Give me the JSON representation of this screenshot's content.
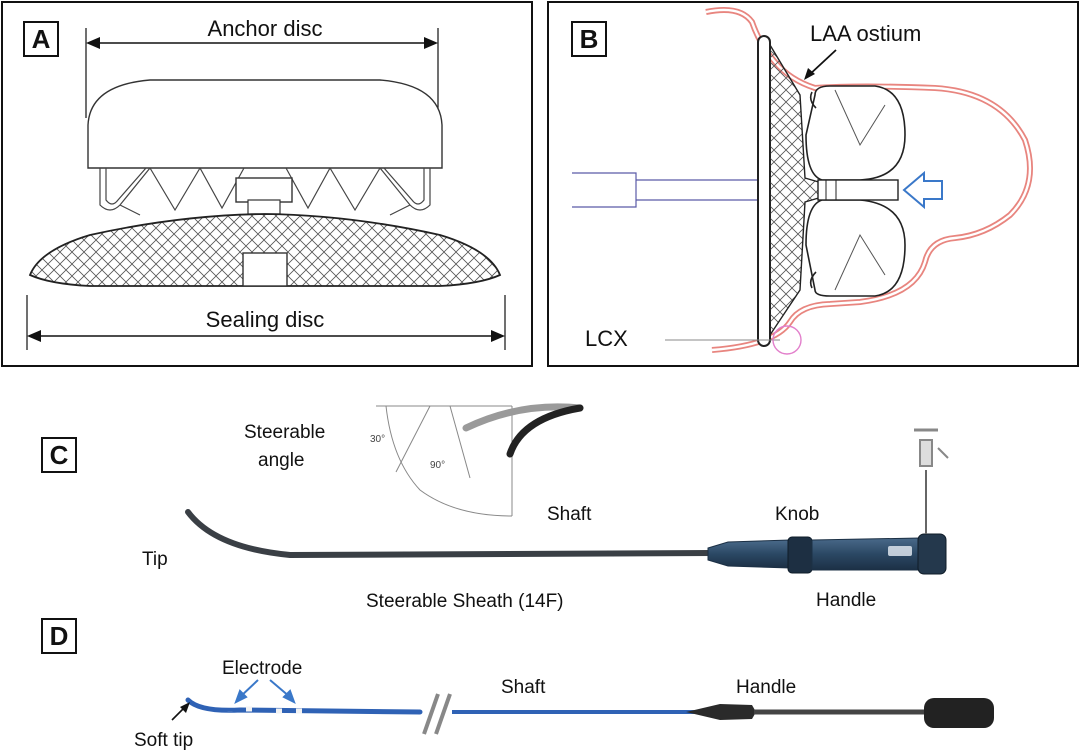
{
  "panels": {
    "a": {
      "letter": "A",
      "labels": {
        "anchor_disc": "Anchor disc",
        "sealing_disc": "Sealing disc"
      }
    },
    "b": {
      "letter": "B",
      "labels": {
        "laa_ostium": "LAA ostium",
        "lcx": "LCX"
      }
    },
    "c": {
      "letter": "C",
      "labels": {
        "steerable_angle_line1": "Steerable",
        "steerable_angle_line2": "angle",
        "angle_30": "30°",
        "angle_90": "90°",
        "shaft": "Shaft",
        "knob": "Knob",
        "tip": "Tip",
        "sheath": "Steerable Sheath (14F)",
        "handle": "Handle"
      }
    },
    "d": {
      "letter": "D",
      "labels": {
        "electrode": "Electrode",
        "shaft": "Shaft",
        "handle": "Handle",
        "soft_tip": "Soft tip"
      }
    }
  },
  "colors": {
    "tissue": "#e8857f",
    "arrow_blue": "#3a78c9",
    "sheath_blue": "#2c4a66",
    "catheter_blue": "#2f62b5",
    "lcx_circle": "#e27fcb"
  }
}
